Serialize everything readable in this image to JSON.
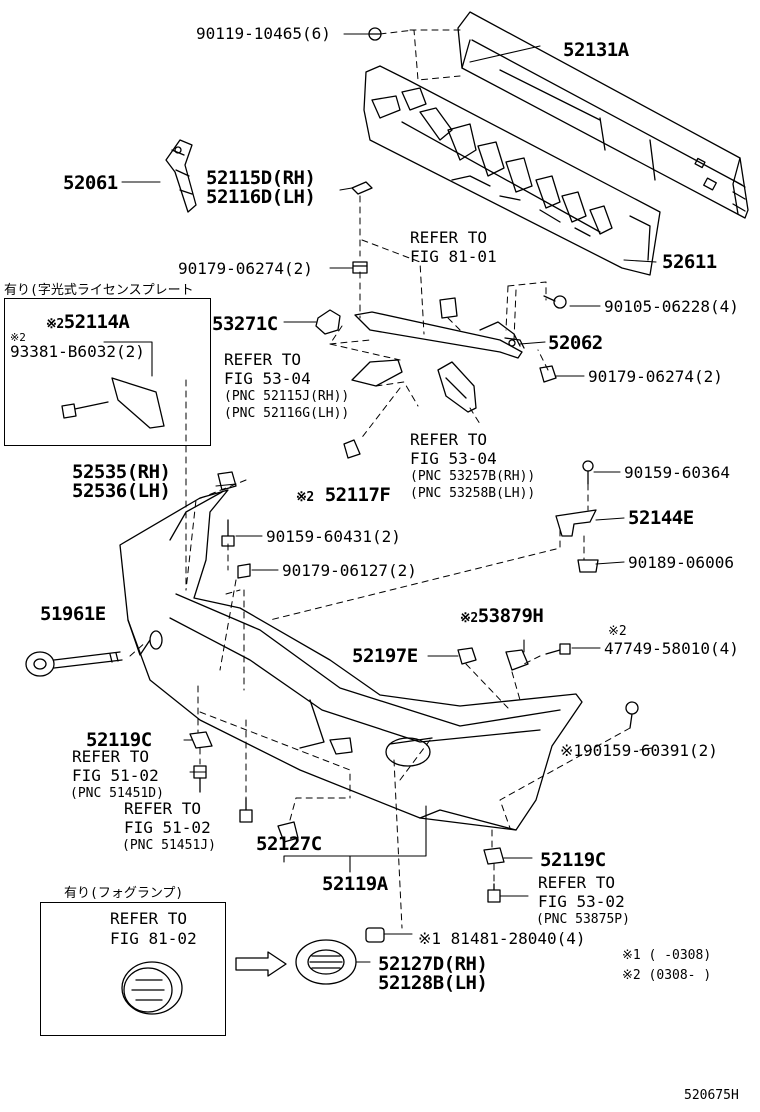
{
  "labels": {
    "p90119": "90119-10465(6)",
    "p52131A": "52131A",
    "p52061": "52061",
    "p52115D": "52115D(RH)",
    "p52116D": "52116D(LH)",
    "p90179a": "90179-06274(2)",
    "refer8101a": "REFER TO",
    "refer8101b": "FIG 81-01",
    "p52611": "52611",
    "p90105": "90105-06228(4)",
    "p52062": "52062",
    "p53271C": "53271C",
    "refer5304a1": "REFER TO",
    "refer5304a2": "FIG 53-04",
    "pnc52115J": "(PNC 52115J(RH))",
    "pnc52116G": "(PNC 52116G(LH))",
    "p90179b": "90179-06274(2)",
    "refer5304b1": "REFER TO",
    "refer5304b2": "FIG 53-04",
    "pnc53257B": "(PNC 53257B(RH))",
    "pnc53258B": "(PNC 53258B(LH))",
    "p52535": "52535(RH)",
    "p52536": "52536(LH)",
    "p52117F": "52117F",
    "p52117F_mark": "※2",
    "p90159a": "90159-60364",
    "p52144E": "52144E",
    "p90159b": "90159-60431(2)",
    "p90189": "90189-06006",
    "p90179c": "90179-06127(2)",
    "p51961E": "51961E",
    "p53879H": "53879H",
    "p53879H_mark": "※2",
    "p52197E": "52197E",
    "p47749_mark": "※2",
    "p47749": "47749-58010(4)",
    "p52119Ca": "52119C",
    "refer5102a1": "REFER TO",
    "refer5102a2": "FIG 51-02",
    "pnc51451D": "(PNC 51451D)",
    "p90159c": "※190159-60391(2)",
    "refer5102b1": "REFER TO",
    "refer5102b2": "FIG 51-02",
    "pnc51451J": "(PNC 51451J)",
    "p52127C": "52127C",
    "p52119A": "52119A",
    "p52119Cb": "52119C",
    "refer5302a": "REFER TO",
    "refer5302b": "FIG 53-02",
    "pnc53875P": "(PNC 53875P)",
    "p81481": "※1 81481-28040(4)",
    "p52127D": "52127D(RH)",
    "p52128B": "52128B(LH)",
    "note1": "※1 (      -0308)",
    "note2": "※2 (0308-      )",
    "fig_id": "520675H"
  },
  "license_box": {
    "title": "有り(字光式ライセンスプレート",
    "part_main": "52114A",
    "part_main_mark": "※2",
    "part_sub_mark": "※2",
    "part_sub": "93381-B6032(2)"
  },
  "fog_box": {
    "title": "有り(フォグランプ)",
    "refer1": "REFER TO",
    "refer2": "FIG 81-02"
  }
}
